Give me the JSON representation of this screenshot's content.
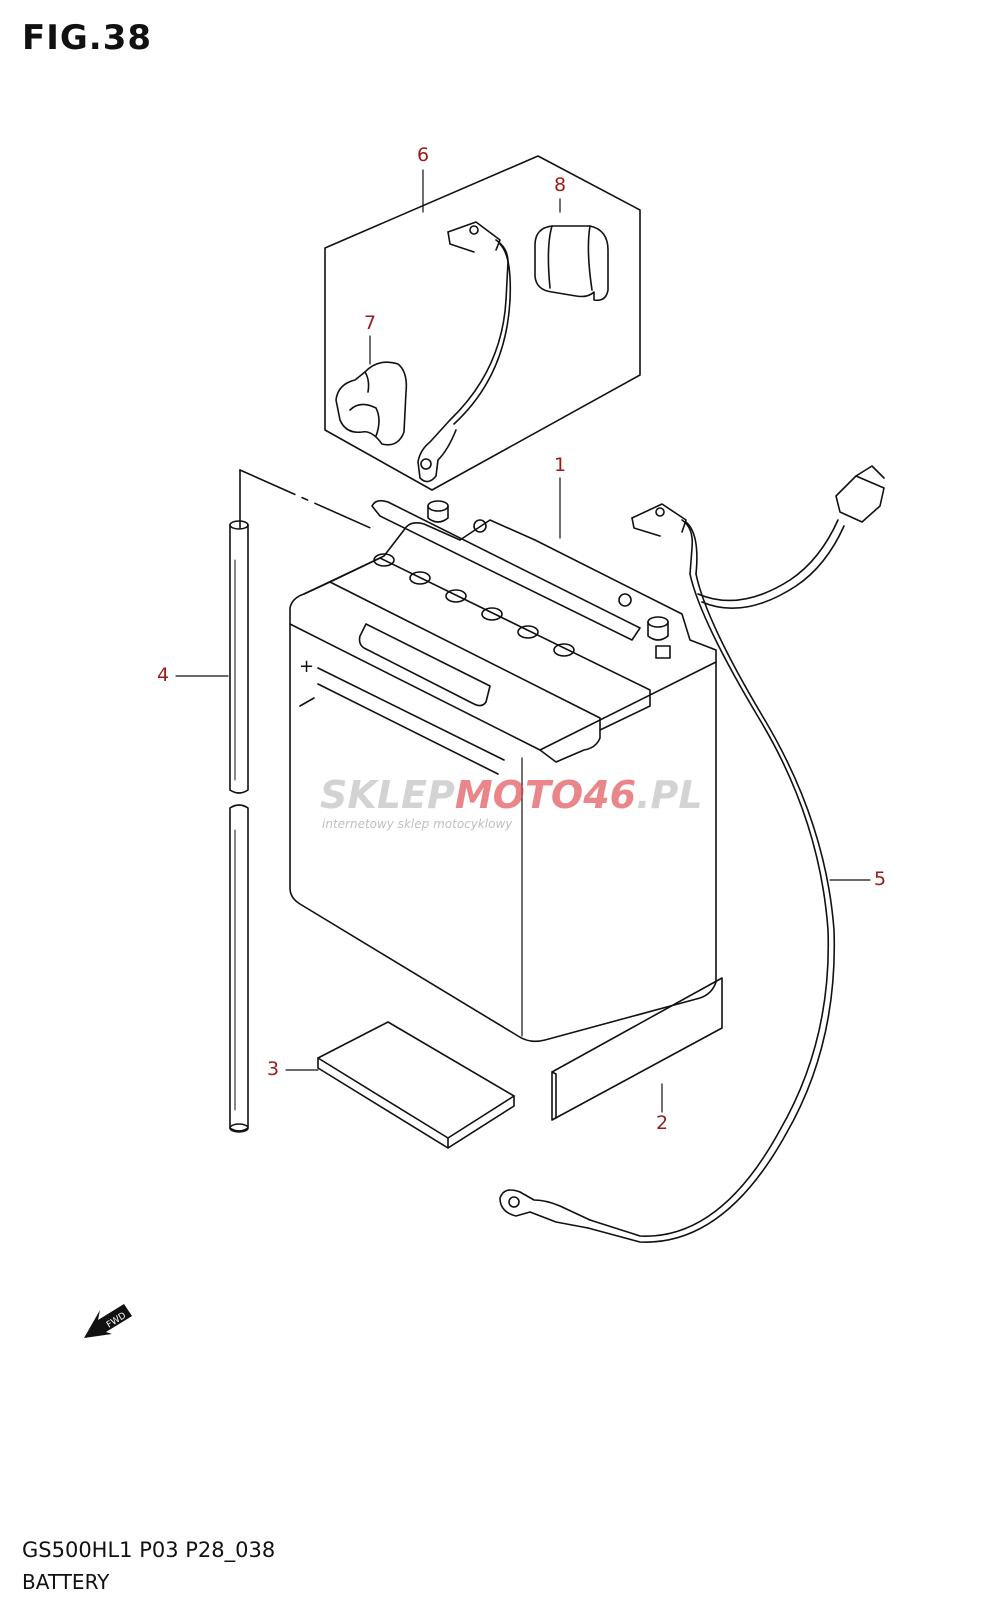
{
  "figure": {
    "title": "FIG.38"
  },
  "footer": {
    "model_code": "GS500HL1 P03 P28_038",
    "section_name": "BATTERY"
  },
  "callouts": [
    "1",
    "2",
    "3",
    "4",
    "5",
    "6",
    "7",
    "8"
  ],
  "watermark": {
    "brand_a": "SKLEP",
    "brand_b": "MOTO",
    "brand_c": "46",
    "brand_d": ".PL",
    "tagline": "internetowy sklep motocyklowy"
  },
  "fwd_label": "FWD",
  "battery_polarity": {
    "positive": "+",
    "negative": "-"
  },
  "colors": {
    "line": "#111111",
    "callout": "#9b1a1a",
    "watermark_red": "#e0474c",
    "watermark_grey": "#bdbdbd"
  }
}
